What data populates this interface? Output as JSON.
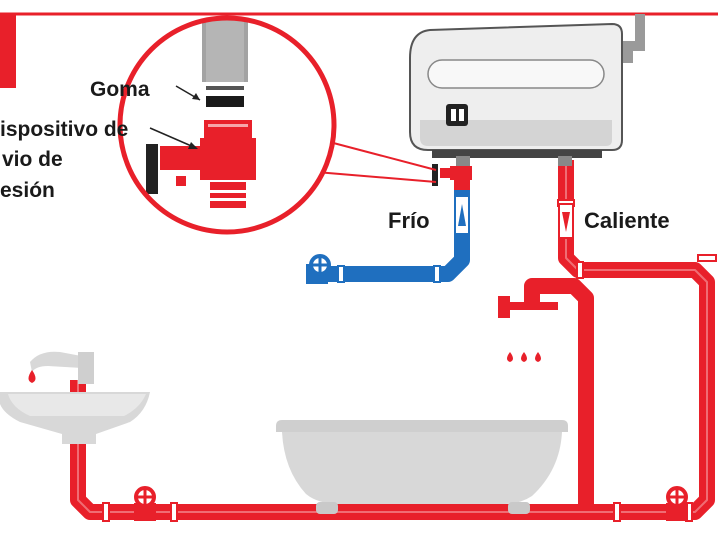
{
  "labels": {
    "goma": "Goma",
    "dispositivo_line1": "ispositivo de",
    "dispositivo_line2": "vio de",
    "dispositivo_line3": "esión",
    "frio": "Frío",
    "caliente": "Caliente"
  },
  "colors": {
    "hot_pipe": "#e8202a",
    "cold_pipe": "#1f6fbf",
    "outline": "#222222",
    "fixture_gray": "#d8d8d8",
    "heater_body": "#eeeeee"
  },
  "icons": {
    "valve": "valve-icon",
    "drops": "water-drop-icon",
    "arrow": "flow-arrow-icon"
  }
}
